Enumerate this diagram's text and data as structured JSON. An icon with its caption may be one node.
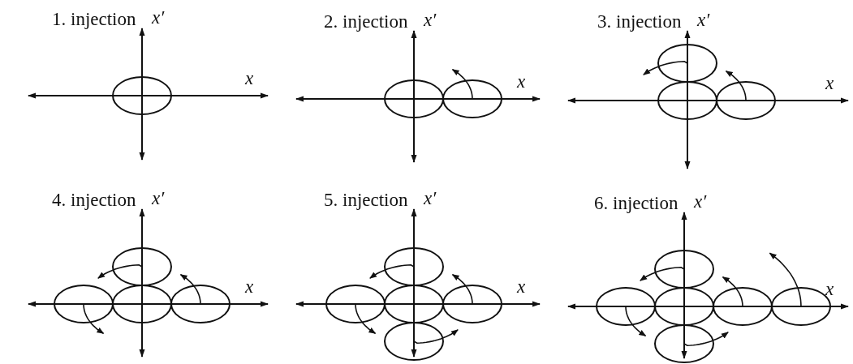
{
  "diagram": {
    "labels": [
      "1. injection",
      "x′",
      "x",
      "2. injection",
      "x′",
      "x",
      "3. injection",
      "x′",
      "x",
      "4. injection",
      "x′",
      "x",
      "5. injection",
      "x′",
      "x",
      "6. injection",
      "x′",
      "x"
    ]
  }
}
